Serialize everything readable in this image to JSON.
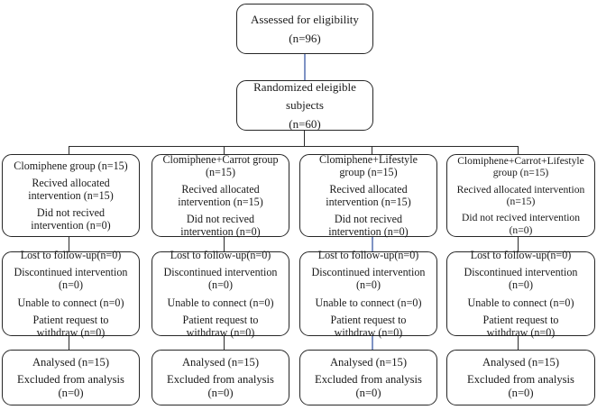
{
  "diagram": {
    "title": "CONSORT participant flow diagram",
    "colors": {
      "box_border": "#262626",
      "connector": "#2b2b2b",
      "connector_accent": "#7f93c4",
      "background": "#ffffff",
      "text": "#1a1a1a"
    },
    "enrollment": {
      "assessed": {
        "line1": "Assessed  for eligibility",
        "line2": "(n=96)"
      },
      "randomized": {
        "line1": "Randomized eleigible",
        "line2": "subjects",
        "line3": "(n=60)"
      }
    },
    "arms": [
      {
        "allocation": {
          "heading": "Clomiphene group (n=15)",
          "received": "Recived allocated\nintervention (n=15)",
          "not_received": "Did not recived\nintervention (n=0)"
        },
        "followup": {
          "lost": "Lost to follow-up(n=0)",
          "discontinued": "Discontinued intervention\n(n=0)",
          "unable": "Unable to connect (n=0)",
          "withdraw": "Patient request to\nwithdraw (n=0)"
        },
        "analysis": {
          "analysed": "Analysed  (n=15)",
          "excluded": "Excluded from analysis\n(n=0)"
        }
      },
      {
        "allocation": {
          "heading": "Clomiphene+Carrot group\n(n=15)",
          "received": "Recived allocated\nintervention (n=15)",
          "not_received": "Did not recived\nintervention (n=0)"
        },
        "followup": {
          "lost": "Lost to follow-up(n=0)",
          "discontinued": "Discontinued intervention\n(n=0)",
          "unable": "Unable to connect (n=0)",
          "withdraw": "Patient request to\nwithdraw (n=0)"
        },
        "analysis": {
          "analysed": "Analysed  (n=15)",
          "excluded": "Excluded from analysis\n(n=0)"
        }
      },
      {
        "allocation": {
          "heading": "Clomiphene+Lifestyle\ngroup (n=15)",
          "received": "Recived allocated\nintervention (n=15)",
          "not_received": "Did not recived\nintervention (n=0)"
        },
        "followup": {
          "lost": "Lost to follow-up(n=0)",
          "discontinued": "Discontinued intervention\n(n=0)",
          "unable": "Unable to connect (n=0)",
          "withdraw": "Patient request to\nwithdraw (n=0)"
        },
        "analysis": {
          "analysed": "Analysed  (n=15)",
          "excluded": "Excluded from analysis\n(n=0)"
        }
      },
      {
        "allocation": {
          "heading": "Clomiphene+Carrot+Lifestyle\ngroup (n=15)",
          "received": "Recived allocated intervention\n(n=15)",
          "not_received": "Did not recived intervention\n(n=0)"
        },
        "followup": {
          "lost": "Lost to follow-up(n=0)",
          "discontinued": "Discontinued intervention\n(n=0)",
          "unable": "Unable to connect (n=0)",
          "withdraw": "Patient request to\nwithdraw (n=0)"
        },
        "analysis": {
          "analysed": "Analysed  (n=15)",
          "excluded": "Excluded from analysis\n(n=0)"
        }
      }
    ]
  }
}
